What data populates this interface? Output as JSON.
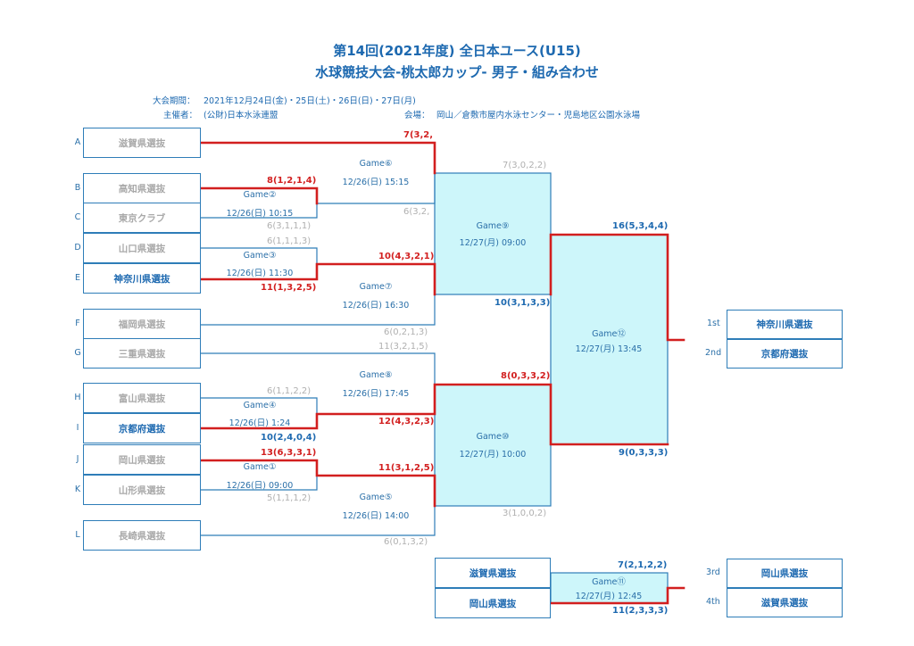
{
  "header": {
    "title_line1": "第14回(2021年度) 全日本ユース(U15)",
    "title_line2": "水球競技大会-桃太郎カップ- 男子・組み合わせ",
    "period_label": "大会期間：",
    "period_value": "2021年12月24日(金)・25日(土)・26日(日)・27日(月)",
    "organizer_label": "主催者：",
    "organizer_value": "(公財)日本水泳連盟",
    "venue_label": "会場：",
    "venue_value": "岡山／倉敷市屋内水泳センター・児島地区公園水泳場"
  },
  "slots": [
    "A",
    "B",
    "C",
    "D",
    "E",
    "F",
    "G",
    "H",
    "I",
    "J",
    "K",
    "L"
  ],
  "teams": {
    "A": "滋賀県選抜",
    "B": "高知県選抜",
    "C": "東京クラブ",
    "D": "山口県選抜",
    "E": "神奈川県選抜",
    "F": "福岡県選抜",
    "G": "三重県選抜",
    "H": "富山県選抜",
    "I": "京都府選抜",
    "J": "岡山県選抜",
    "K": "山形県選抜",
    "L": "長崎県選抜"
  },
  "games": {
    "g1": {
      "name": "Game①",
      "time": "12/26(日) 09:00"
    },
    "g2": {
      "name": "Game②",
      "time": "12/26(日) 10:15"
    },
    "g3": {
      "name": "Game③",
      "time": "12/26(日) 11:30"
    },
    "g4": {
      "name": "Game④",
      "time": "12/26(日) 1:24"
    },
    "g5": {
      "name": "Game⑤",
      "time": "12/26(日) 14:00"
    },
    "g6": {
      "name": "Game⑥",
      "time": "12/26(日) 15:15"
    },
    "g7": {
      "name": "Game⑦",
      "time": "12/26(日) 16:30"
    },
    "g8": {
      "name": "Game⑧",
      "time": "12/26(日) 17:45"
    },
    "g9": {
      "name": "Game⑨",
      "time": "12/27(月) 09:00"
    },
    "g10": {
      "name": "Game⑩",
      "time": "12/27(月) 10:00"
    },
    "g11": {
      "name": "Game⑪",
      "time": "12/27(月) 12:45"
    },
    "g12": {
      "name": "Game⑫",
      "time": "12/27(月) 13:45"
    }
  },
  "scores": {
    "g6_a": "7(3,2,",
    "g6_g2": "6(3,2,",
    "g2_b": "8(1,2,1,4)",
    "g2_c": "6(3,1,1,1)",
    "g3_d": "6(1,1,1,3)",
    "g3_e": "11(1,3,2,5)",
    "g7_g3": "10(4,3,2,1)",
    "g7_f": "6(0,2,1,3)",
    "g9_g6": "7(3,0,2,2)",
    "g9_g7": "10(3,1,3,3)",
    "g8_g": "11(3,2,1,5)",
    "g8_g4": "12(4,3,2,3)",
    "g4_h": "6(1,1,2,2)",
    "g4_i": "10(2,4,0,4)",
    "g1_j": "13(6,3,3,1)",
    "g1_k": "5(1,1,1,2)",
    "g5_g1": "11(3,1,2,5)",
    "g5_l": "6(0,1,3,2)",
    "g10_g8": "8(0,3,3,2)",
    "g10_g5": "3(1,0,0,2)",
    "g12_g9": "16(5,3,4,4)",
    "g12_g10": "9(0,3,3,3)",
    "g11_top": "7(2,1,2,2)",
    "g11_bottom": "11(2,3,3,3)"
  },
  "third_place": {
    "top": "滋賀県選抜",
    "bottom": "岡山県選抜"
  },
  "results": [
    {
      "place": "1st",
      "team": "神奈川県選抜"
    },
    {
      "place": "2nd",
      "team": "京都府選抜"
    },
    {
      "place": "3rd",
      "team": "岡山県選抜"
    },
    {
      "place": "4th",
      "team": "滋賀県選抜"
    }
  ],
  "colors": {
    "win_line": "#d21f1f",
    "line": "#2e7db8",
    "box_fill": "#cdf6fa"
  }
}
